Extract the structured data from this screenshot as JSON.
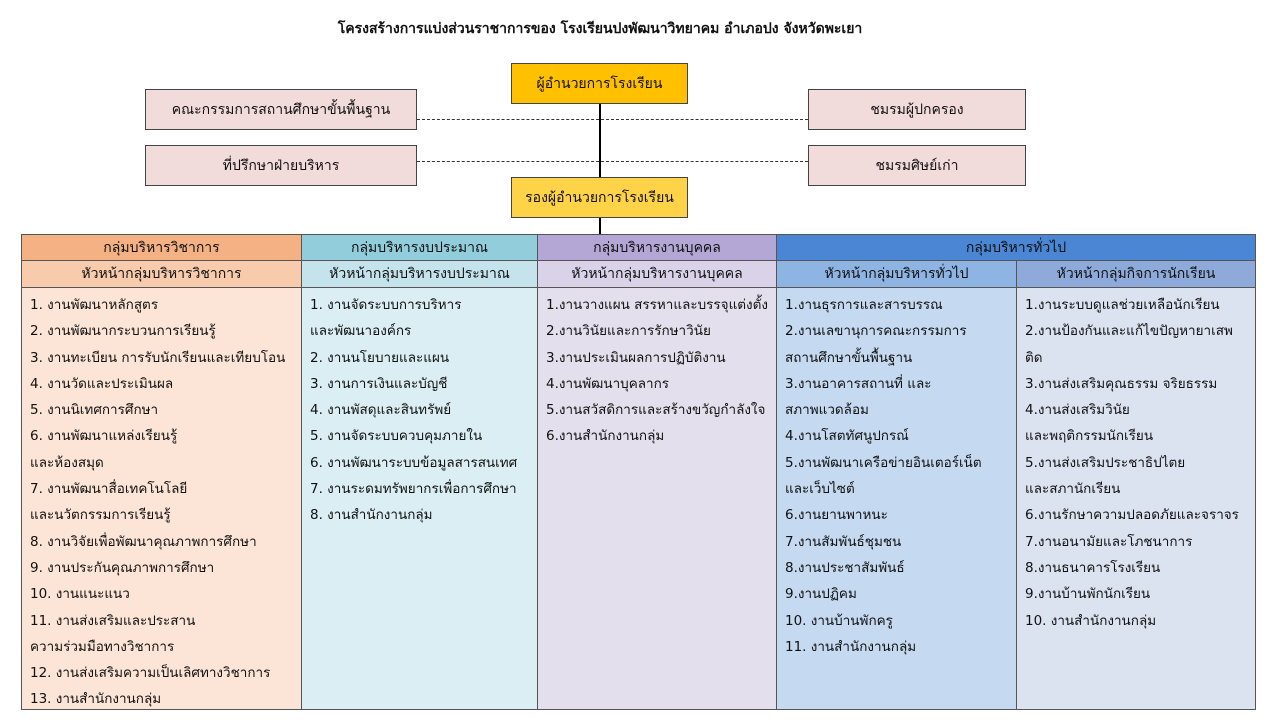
{
  "title": "โครงสร้างการแบ่งส่วนราชาการของ โรงเรียนปงพัฒนาวิทยาคม อำเภอปง จังหวัดพะเยา",
  "top": {
    "director": "ผู้อำนวยการโรงเรียน",
    "deputy": "รองผู้อำนวยการโรงเรียน",
    "left_boxes": [
      "คณะกรรมการสถานศึกษาขั้นพื้นฐาน",
      "ที่ปรึกษาฝ่ายบริหาร"
    ],
    "right_boxes": [
      "ชมรมผู้ปกครอง",
      "ชมรมศิษย์เก่า"
    ]
  },
  "colors": {
    "academic_group": "#f4b183",
    "academic_head": "#f8cbad",
    "academic_body": "#fce4d6",
    "budget_group": "#92cddc",
    "budget_head": "#c5e3ec",
    "budget_body": "#daeef3",
    "personnel_group": "#b4a7d6",
    "personnel_head": "#d9d2e9",
    "personnel_body": "#e4dfec",
    "general_group": "#4a86d4",
    "general_head": "#8eb4e3",
    "general_body": "#c5d9f1",
    "student_head": "#8eaadb",
    "student_body": "#dce3f0"
  },
  "groups": {
    "academic": "กลุ่มบริหารวิชาการ",
    "budget": "กลุ่มบริหารงบประมาณ",
    "personnel": "กลุ่มบริหารงานบุคคล",
    "general": "กลุ่มบริหารทั่วไป"
  },
  "heads": {
    "academic": "หัวหน้ากลุ่มบริหารวิชาการ",
    "budget": "หัวหน้ากลุ่มบริหารงบประมาณ",
    "personnel": "หัวหน้ากลุ่มบริหารงานบุคคล",
    "general": "หัวหน้ากลุ่มบริหารทั่วไป",
    "student": "หัวหน้ากลุ่มกิจการนักเรียน"
  },
  "lists": {
    "academic": [
      "1. งานพัฒนาหลักสูตร",
      "2. งานพัฒนากระบวนการเรียนรู้",
      "3. งานทะเบียน การรับนักเรียนและเทียบโอน",
      "4. งานวัดและประเมินผล",
      "5. งานนิเทศการศึกษา",
      "6. งานพัฒนาแหล่งเรียนรู้",
      "และห้องสมุด",
      "7. งานพัฒนาสื่อเทคโนโลยี",
      "และนวัตกรรมการเรียนรู้",
      "8. งานวิจัยเพื่อพัฒนาคุณภาพการศึกษา",
      "9. งานประกันคุณภาพการศึกษา",
      "10. งานแนะแนว",
      "11. งานส่งเสริมและประสาน",
      "ความร่วมมือทางวิชาการ",
      "12. งานส่งเสริมความเป็นเลิศทางวิชาการ",
      "13. งานสำนักงานกลุ่ม"
    ],
    "budget": [
      "1. งานจัดระบบการบริหาร",
      "และพัฒนาองค์กร",
      "2. งานนโยบายและแผน",
      "3. งานการเงินและบัญชี",
      "4. งานพัสดุและสินทรัพย์",
      "5. งานจัดระบบควบคุมภายใน",
      "6. งานพัฒนาระบบข้อมูลสารสนเทศ",
      "7. งานระดมทรัพยากรเพื่อการศึกษา",
      "8. งานสำนักงานกลุ่ม"
    ],
    "personnel": [
      "1.งานวางแผน สรรหาและบรรจุแต่งตั้ง",
      "2.งานวินัยและการรักษาวินัย",
      "3.งานประเมินผลการปฏิบัติงาน",
      "4.งานพัฒนาบุคลากร",
      "5.งานสวัสดิการและสร้างขวัญกำลังใจ",
      "6.งานสำนักงานกลุ่ม"
    ],
    "general": [
      "1.งานธุรการและสารบรรณ",
      "2.งานเลขานุการคณะกรรมการ",
      "สถานศึกษาขั้นพื้นฐาน",
      "3.งานอาคารสถานที่ และ",
      "สภาพแวดล้อม",
      "4.งานโสตทัศนูปกรณ์",
      "5.งานพัฒนาเครือข่ายอินเตอร์เน็ต",
      "และเว็บไซต์",
      "6.งานยานพาหนะ",
      "7.งานสัมพันธ์ชุมชน",
      "8.งานประชาสัมพันธ์",
      "9.งานปฏิคม",
      "10. งานบ้านพักครู",
      "11. งานสำนักงานกลุ่ม"
    ],
    "student": [
      "1.งานระบบดูแลช่วยเหลือนักเรียน",
      "2.งานป้องกันและแก้ไขปัญหายาเสพติด",
      "3.งานส่งเสริมคุณธรรม จริยธรรม",
      "4.งานส่งเสริมวินัย",
      "และพฤติกรรมนักเรียน",
      "5.งานส่งเสริมประชาธิปไตย",
      "และสภานักเรียน",
      "6.งานรักษาความปลอดภัยและจราจร",
      "7.งานอนามัยและโภชนาการ",
      "8.งานธนาคารโรงเรียน",
      "9.งานบ้านพักนักเรียน",
      "10.  งานสำนักงานกลุ่ม"
    ]
  }
}
